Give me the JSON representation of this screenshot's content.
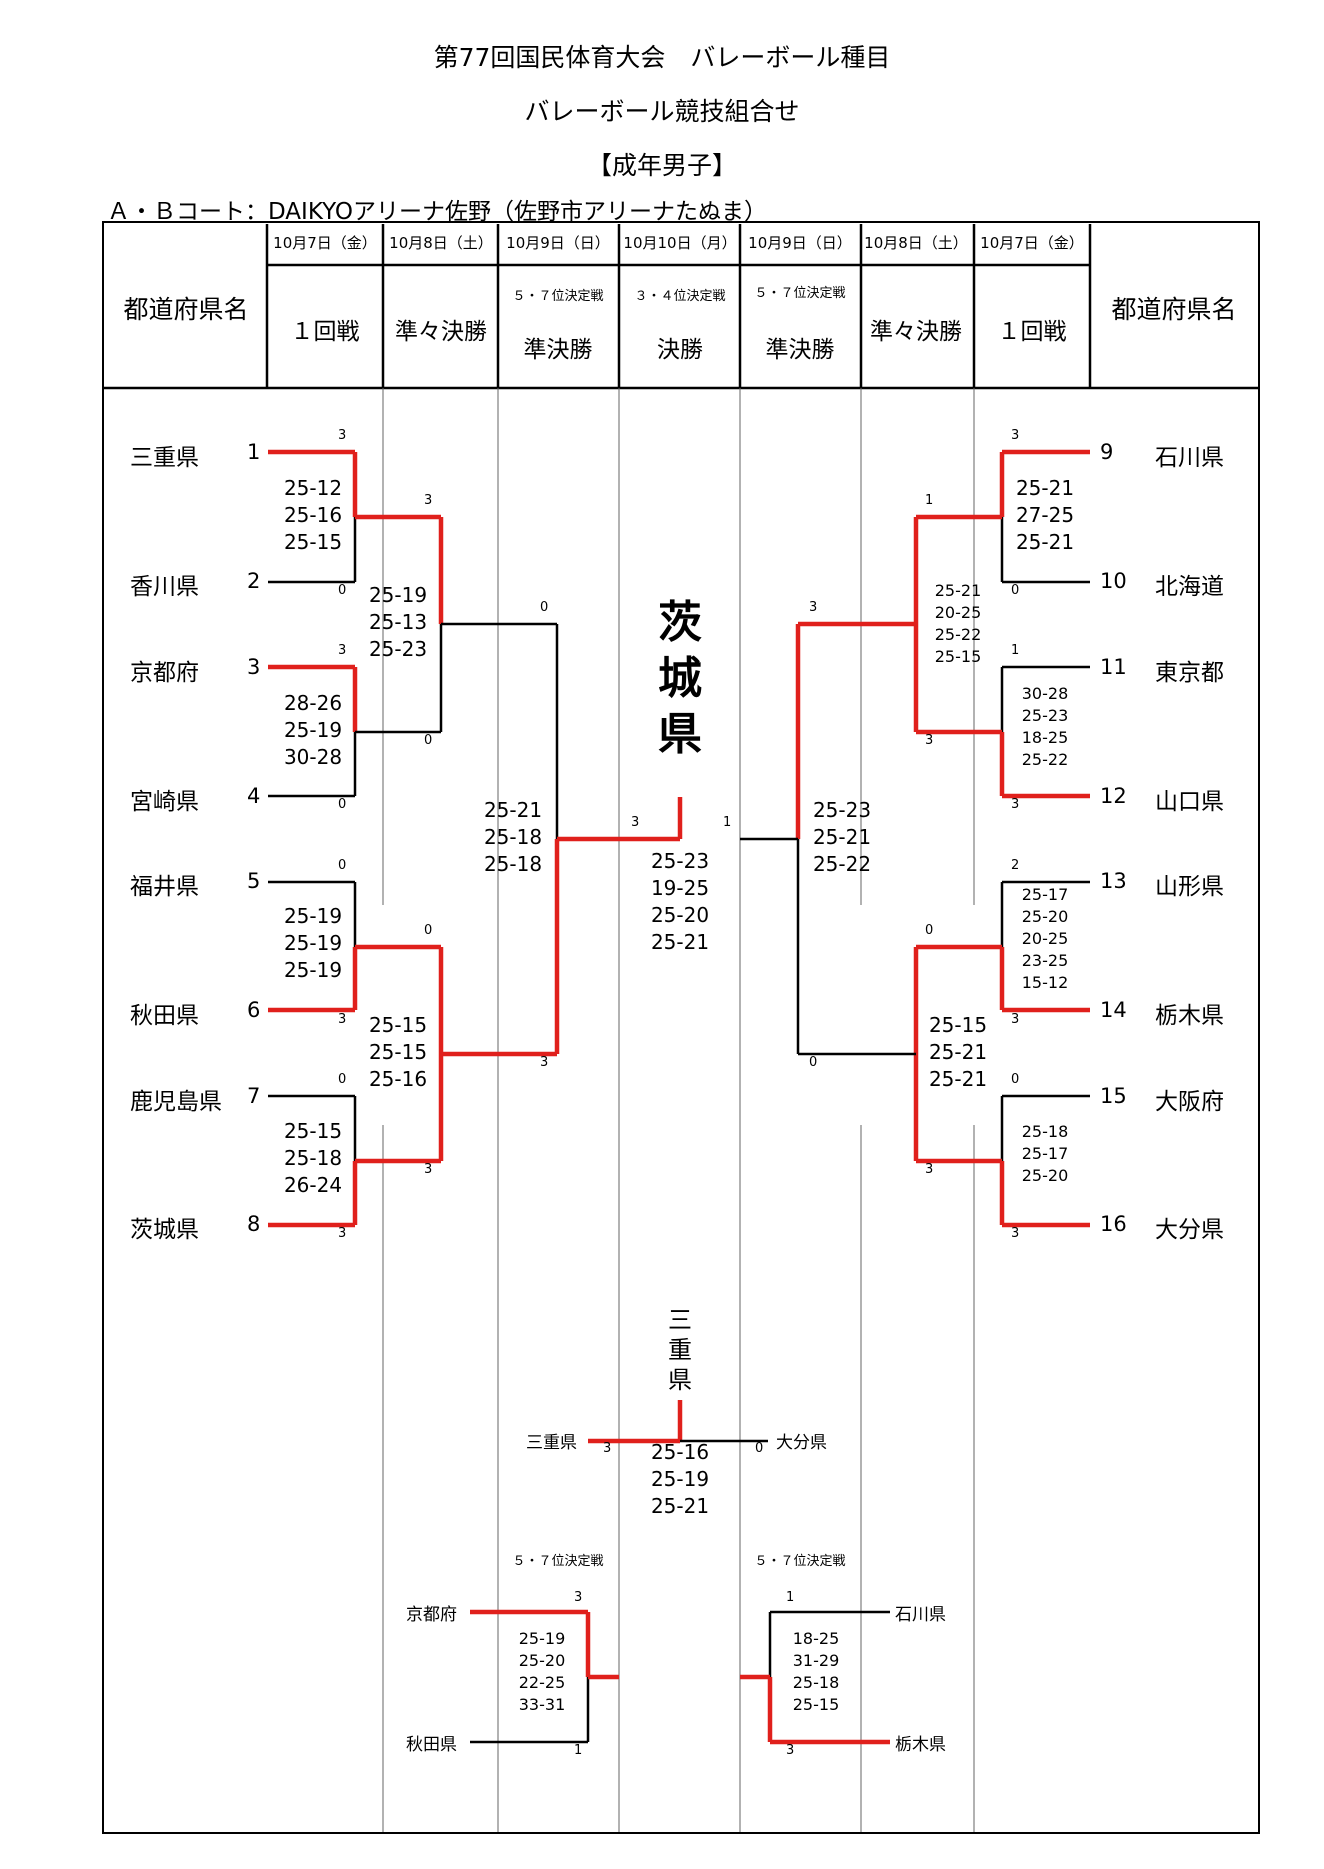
{
  "header": {
    "title1": "第77回国民体育大会　バレーボール種目",
    "title2": "バレーボール競技組合せ",
    "title3": "【成年男子】",
    "court": "Ａ・Ｂコート：DAIKYOアリーナ佐野（佐野市アリーナたぬま）"
  },
  "columns": {
    "dates": [
      "10月7日（金）",
      "10月8日（土）",
      "10月9日（日）",
      "10月10日（月）",
      "10月9日（日）",
      "10月8日（土）",
      "10月7日（金）"
    ],
    "rounds": [
      "１回戦",
      "準々決勝",
      "準決勝",
      "決勝",
      "準決勝",
      "準々決勝",
      "１回戦"
    ],
    "notes": [
      "５・７位決定戦",
      "３・４位決定戦",
      "５・７位決定戦"
    ],
    "pref_label": "都道府県名"
  },
  "left_teams": [
    {
      "name": "三重県",
      "seed": "1"
    },
    {
      "name": "香川県",
      "seed": "2"
    },
    {
      "name": "京都府",
      "seed": "3"
    },
    {
      "name": "宮崎県",
      "seed": "4"
    },
    {
      "name": "福井県",
      "seed": "5"
    },
    {
      "name": "秋田県",
      "seed": "6"
    },
    {
      "name": "鹿児島県",
      "seed": "7"
    },
    {
      "name": "茨城県",
      "seed": "8"
    }
  ],
  "right_teams": [
    {
      "name": "石川県",
      "seed": "9"
    },
    {
      "name": "北海道",
      "seed": "10"
    },
    {
      "name": "東京都",
      "seed": "11"
    },
    {
      "name": "山口県",
      "seed": "12"
    },
    {
      "name": "山形県",
      "seed": "13"
    },
    {
      "name": "栃木県",
      "seed": "14"
    },
    {
      "name": "大阪府",
      "seed": "15"
    },
    {
      "name": "大分県",
      "seed": "16"
    }
  ],
  "scores": {
    "l_r1_m1": "25-12\n25-16\n25-15",
    "l_r1_m2": "28-26\n25-19\n30-28",
    "l_r1_m3": "25-19\n25-19\n25-19",
    "l_r1_m4": "25-15\n25-18\n26-24",
    "l_qf_1": "25-19\n25-13\n25-23",
    "l_qf_2": "25-15\n25-15\n25-16",
    "l_sf": "25-21\n25-18\n25-18",
    "final": "25-23\n19-25\n25-20\n25-21",
    "r_sf": "25-23\n25-21\n25-22",
    "r_qf_1": "25-21\n20-25\n25-22\n25-15",
    "r_qf_2": "25-15\n25-21\n25-21",
    "r_r1_m1": "25-21\n27-25\n25-21",
    "r_r1_m2": "30-28\n25-23\n18-25\n25-22",
    "r_r1_m3": "25-17\n25-20\n20-25\n23-25\n15-12",
    "r_r1_m4": "25-18\n25-17\n25-20",
    "third": "25-16\n25-19\n25-21",
    "fifth_left": "25-19\n25-20\n22-25\n33-31",
    "fifth_right": "18-25\n31-29\n25-18\n25-15"
  },
  "sets": {
    "l1": "3",
    "l2": "0",
    "l3": "3",
    "l4": "0",
    "l5": "0",
    "l6": "3",
    "l7": "0",
    "l8": "3",
    "lq1": "3",
    "lq2": "0",
    "lq3": "0",
    "lq4": "3",
    "ls1": "0",
    "ls2": "3",
    "lf": "3",
    "rf": "1",
    "rs1": "3",
    "rs2": "0",
    "rq1": "1",
    "rq2": "3",
    "rq3": "0",
    "rq4": "3",
    "r9": "3",
    "r10": "0",
    "r11": "1",
    "r12": "3",
    "r13": "2",
    "r14": "3",
    "r15": "0",
    "r16": "3",
    "t_l": "3",
    "t_r": "0",
    "fl_a": "3",
    "fl_b": "1",
    "fr_a": "1",
    "fr_b": "3"
  },
  "champion": "茨\n城\n県",
  "third_winner": "三\n重\n県",
  "third_place": {
    "left": "三重県",
    "right": "大分県"
  },
  "fifth": {
    "left_top": "京都府",
    "left_bottom": "秋田県",
    "right_top": "石川県",
    "right_bottom": "栃木県"
  },
  "colors": {
    "winner": "#e0201c",
    "line": "#000000"
  }
}
